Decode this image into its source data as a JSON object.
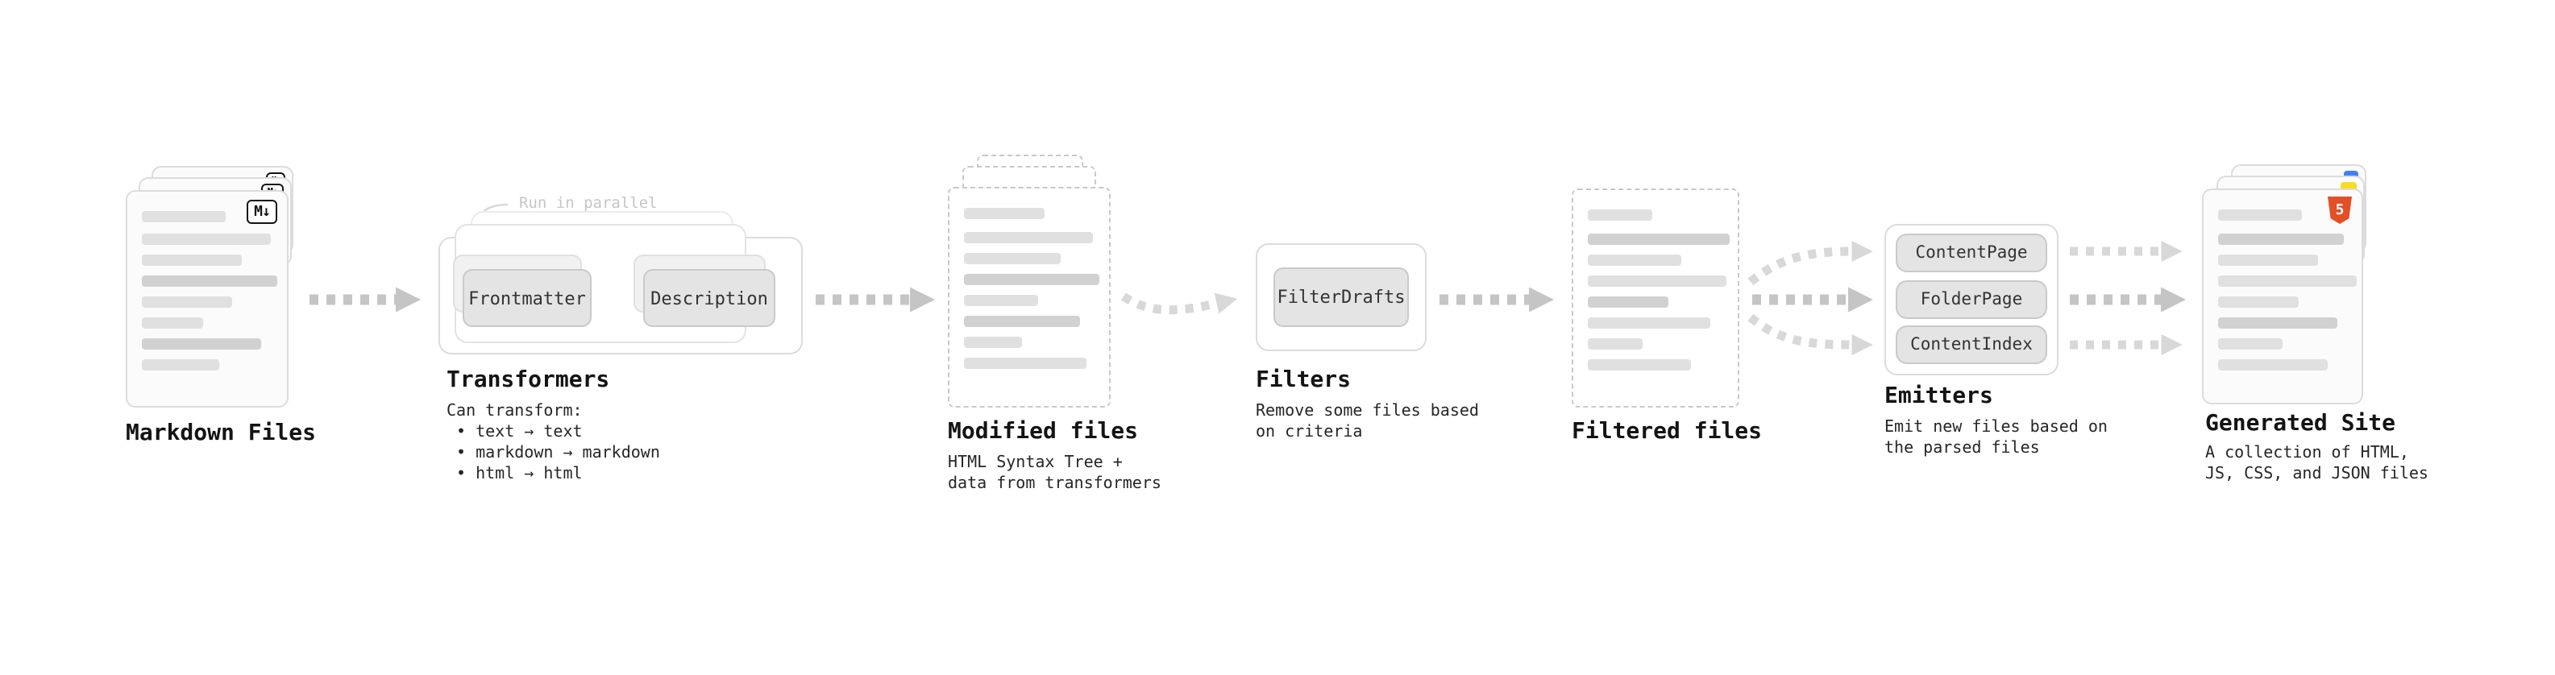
{
  "colors": {
    "arrow": "#c5c5c5",
    "arrow_light": "#d8d8d8",
    "card_border": "#dcdcdc",
    "bar_fill": "#e0e0e0",
    "button_bg": "#e4e4e4",
    "button_border": "#c9c9c9",
    "label_text": "#141414",
    "body_text": "#262626",
    "annotation_text": "#c6c6c6",
    "html5_orange": "#e34f26",
    "js_yellow": "#f7df1e",
    "css_blue": "#3b82f6",
    "markdown_badge_ink": "#141414"
  },
  "icons": {
    "markdown_badge": "M↓",
    "html5_badge": "5"
  },
  "stages": {
    "markdown": {
      "label": "Markdown Files"
    },
    "transformers": {
      "annotation": "Run in parallel",
      "boxes": [
        "Frontmatter",
        "Description"
      ],
      "label": "Transformers",
      "desc_title": "Can transform:",
      "bullets": [
        "• text → text",
        "• markdown → markdown",
        "• html → html"
      ]
    },
    "modified": {
      "label": "Modified files",
      "desc": [
        "HTML Syntax Tree +",
        "data from transformers"
      ]
    },
    "filters": {
      "box": "FilterDrafts",
      "label": "Filters",
      "desc": [
        "Remove some files based",
        "on criteria"
      ]
    },
    "filtered": {
      "label": "Filtered files"
    },
    "emitters": {
      "boxes": [
        "ContentPage",
        "FolderPage",
        "ContentIndex"
      ],
      "label": "Emitters",
      "desc": [
        "Emit new files based on",
        "the parsed files"
      ]
    },
    "generated": {
      "label": "Generated Site",
      "desc": [
        "A collection of HTML,",
        "JS, CSS, and JSON files"
      ]
    }
  }
}
